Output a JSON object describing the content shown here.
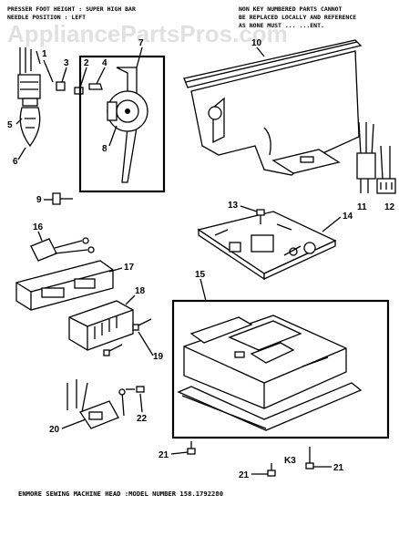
{
  "header": {
    "note_left_line1": "PRESSER FOOT HEIGHT : SUPER HIGH BAR",
    "note_left_line2": "NEEDLE POSITION : LEFT",
    "note_right_line1": "NON KEY NUMBERED PARTS CANNOT",
    "note_right_line2": "BE REPLACED LOCALLY AND REFERENCE",
    "note_right_line3": "AS NONE MUST ... ...ENT."
  },
  "watermark": "AppliancePartsPros.com",
  "caption": "ENMORE SEWING MACHINE HEAD :MODEL NUMBER 158.1792280",
  "callouts": {
    "c1": "1",
    "c2": "2",
    "c3": "3",
    "c4": "4",
    "c5": "5",
    "c6": "6",
    "c7": "7",
    "c8": "8",
    "c9": "9",
    "c10": "10",
    "c11": "11",
    "c12": "12",
    "c13": "13",
    "c14": "14",
    "c15": "15",
    "c16": "16",
    "c17": "17",
    "c18": "18",
    "c19": "19",
    "c20": "20",
    "c21a": "21",
    "c21b": "21",
    "c21c": "21",
    "c22": "22",
    "k3": "K3"
  }
}
